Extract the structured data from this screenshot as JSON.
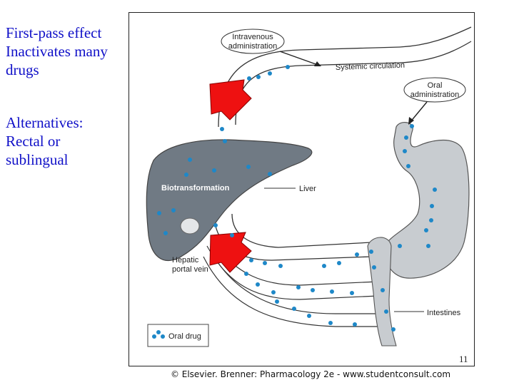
{
  "slide": {
    "heading_lines": [
      "First-pass effect",
      "Inactivates many",
      "drugs"
    ],
    "alt_lines": [
      "Alternatives:",
      "Rectal or",
      "sublingual"
    ],
    "page_number": "11",
    "credit": "© Elsevier. Brenner: Pharmacology 2e - www.studentconsult.com"
  },
  "diagram": {
    "iv_label_lines": [
      "Intravenous",
      "administration"
    ],
    "systemic_label": "Systemic circulation",
    "oral_label_lines": [
      "Oral",
      "administration"
    ],
    "biotransformation_label": "Biotransformation",
    "liver_label": "Liver",
    "portal_label_lines": [
      "Hepatic",
      "portal vein"
    ],
    "intestines_label": "Intestines",
    "legend_label": "Oral drug",
    "colors": {
      "drug_dot": "#1e88c8",
      "arrow_red": "#ee1111",
      "organ_gray": "#707a84",
      "stomach_gray": "#c8ccd0",
      "text_blue": "#1010c8"
    }
  }
}
